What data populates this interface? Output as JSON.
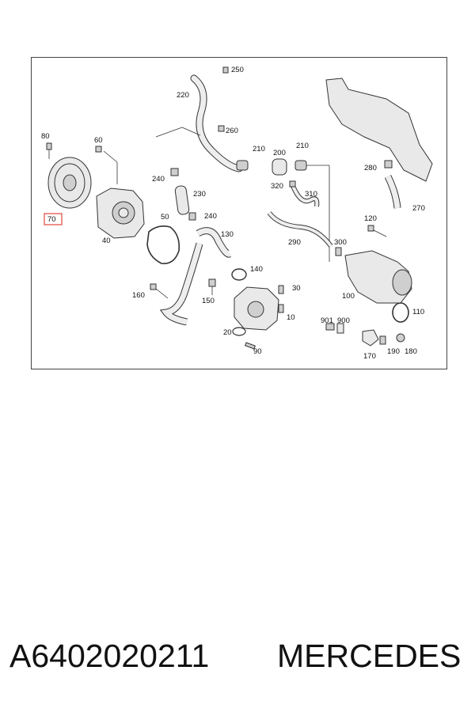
{
  "diagram": {
    "labels": [
      {
        "id": "250",
        "text": "250"
      },
      {
        "id": "220",
        "text": "220"
      },
      {
        "id": "260",
        "text": "260"
      },
      {
        "id": "80",
        "text": "80"
      },
      {
        "id": "60",
        "text": "60"
      },
      {
        "id": "70",
        "text": "70"
      },
      {
        "id": "40",
        "text": "40"
      },
      {
        "id": "240a",
        "text": "240"
      },
      {
        "id": "230",
        "text": "230"
      },
      {
        "id": "240b",
        "text": "240"
      },
      {
        "id": "50",
        "text": "50"
      },
      {
        "id": "130",
        "text": "130"
      },
      {
        "id": "210a",
        "text": "210"
      },
      {
        "id": "200",
        "text": "200"
      },
      {
        "id": "210b",
        "text": "210"
      },
      {
        "id": "320",
        "text": "320"
      },
      {
        "id": "310",
        "text": "310"
      },
      {
        "id": "290",
        "text": "290"
      },
      {
        "id": "280",
        "text": "280"
      },
      {
        "id": "270",
        "text": "270"
      },
      {
        "id": "120",
        "text": "120"
      },
      {
        "id": "300",
        "text": "300"
      },
      {
        "id": "140",
        "text": "140"
      },
      {
        "id": "160",
        "text": "160"
      },
      {
        "id": "150",
        "text": "150"
      },
      {
        "id": "30",
        "text": "30"
      },
      {
        "id": "10",
        "text": "10"
      },
      {
        "id": "100",
        "text": "100"
      },
      {
        "id": "110",
        "text": "110"
      },
      {
        "id": "901",
        "text": "901"
      },
      {
        "id": "900",
        "text": "900"
      },
      {
        "id": "20",
        "text": "20"
      },
      {
        "id": "90",
        "text": "90"
      },
      {
        "id": "170",
        "text": "170"
      },
      {
        "id": "190",
        "text": "190"
      },
      {
        "id": "180",
        "text": "180"
      }
    ],
    "highlighted": "70",
    "highlight_color": "#e0463c"
  },
  "footer": {
    "part_number": "A6402020211",
    "brand": "MERCEDES"
  }
}
